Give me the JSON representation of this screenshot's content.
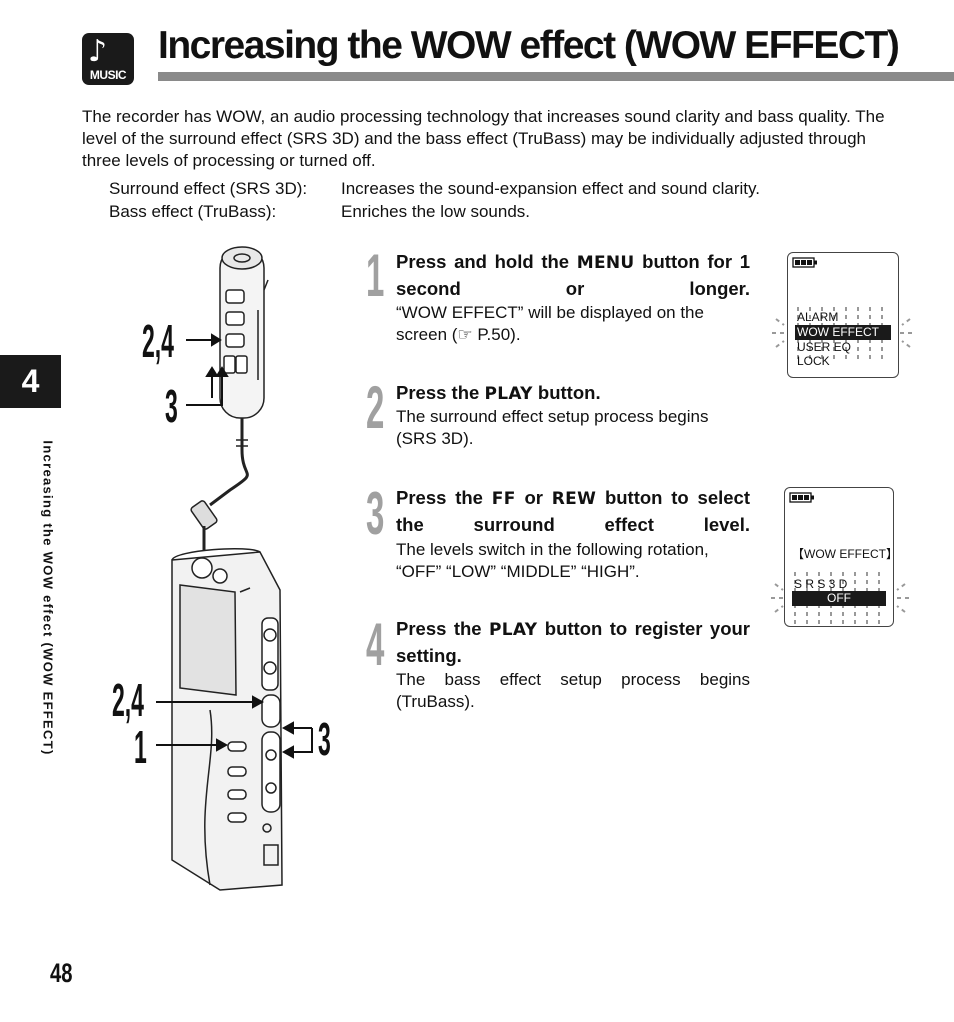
{
  "header": {
    "icon_label": "MUSIC",
    "title": "Increasing the WOW effect (WOW EFFECT)"
  },
  "intro": {
    "paragraph": "The recorder has WOW, an audio processing technology that increases sound clarity and bass quality. The level of the surround effect (SRS 3D) and the bass effect (TruBass) may be individually adjusted through three levels of processing or turned off.",
    "definitions": [
      {
        "term": "Surround effect (SRS 3D):",
        "desc": "Increases the sound-expansion effect and sound clarity."
      },
      {
        "term": "Bass effect (TruBass):",
        "desc": "Enriches the low sounds."
      }
    ]
  },
  "chapter": {
    "number": "4",
    "side_title": "Increasing the WOW effect (WOW EFFECT)"
  },
  "steps": [
    {
      "num": "1",
      "h_pre": "Press and hold the ",
      "key": "MENU",
      "h_post": " button for 1 second or longer.",
      "body_pre": "“WOW EFFECT” will be displayed on the screen (",
      "ref_icon": "☞",
      "body_post": " P.50)."
    },
    {
      "num": "2",
      "h_pre": "Press the ",
      "key": "PLAY",
      "h_post": " button.",
      "body": "The surround effect setup process begins (SRS 3D)."
    },
    {
      "num": "3",
      "h_pre": "Press the ",
      "key": "FF",
      "h_mid": " or ",
      "key2": "REW",
      "h_post": " button to select the surround effect level.",
      "body": "The levels switch in the following rotation, “OFF” “LOW” “MIDDLE” “HIGH”."
    },
    {
      "num": "4",
      "h_pre": "Press the ",
      "key": "PLAY",
      "h_post": " button to register your setting.",
      "body": "The bass effect setup process begins (TruBass)."
    }
  ],
  "lcd1": {
    "items": [
      "ALARM",
      "WOW EFFECT",
      "USER EQ",
      "LOCK"
    ],
    "selected_index": 1
  },
  "lcd2": {
    "heading": "【WOW EFFECT】",
    "label": "S R S  3 D",
    "value": "OFF"
  },
  "diagram_labels": {
    "top_a": "2,4",
    "top_b": "3",
    "bottom_a": "2,4",
    "bottom_b": "1",
    "bottom_c": "3"
  },
  "page_number": "48"
}
